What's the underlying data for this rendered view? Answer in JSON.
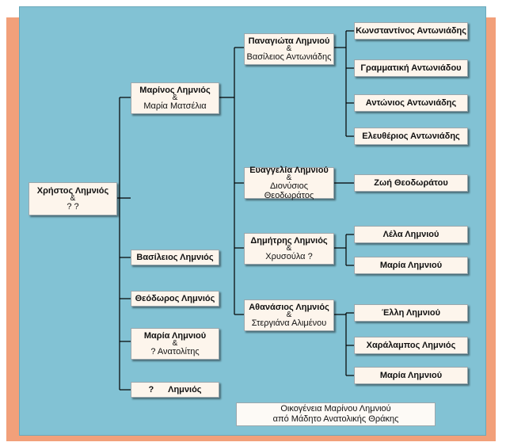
{
  "root": {
    "name": "Χρήστος Λημνιός",
    "amp": "&",
    "spouse": "?   ?"
  },
  "gen1": {
    "marinos": {
      "name": "Μαρίνος Λημνιός",
      "amp": "&",
      "spouse": "Μαρία Ματσέλια"
    },
    "vasileios": "Βασίλειος Λημνιός",
    "theodoros": "Θεόδωρος Λημνιός",
    "maria": {
      "name": "Μαρία Λημνιού",
      "amp": "&",
      "spouse": "?    Ανατολίτης"
    },
    "unknown": "?      Λημνιός"
  },
  "gen2": {
    "panagiota": {
      "name": "Παναγιώτα Λημνιού",
      "amp": "&",
      "spouse": "Βασίλειος Αντωνιάδης"
    },
    "evangelia": {
      "name": "Ευαγγελία Λημνιού",
      "amp": "&",
      "spouse": "Διονύσιος Θεοδωράτος"
    },
    "dimitris": {
      "name": "Δημήτρης Λημνιός",
      "amp": "&",
      "spouse": "Χρυσούλα  ?"
    },
    "athanasios": {
      "name": "Αθανάσιος Λημνιός",
      "amp": "&",
      "spouse": "Στεργιάνα Αλιμένου"
    }
  },
  "gen3": {
    "panagiota_children": [
      "Κωνσταντίνος Αντωνιάδης",
      "Γραμματική Αντωνιάδου",
      "Αντώνιος Αντωνιάδης",
      "Ελευθέριος Αντωνιάδης"
    ],
    "evangelia_children": [
      "Ζωή Θεοδωράτου"
    ],
    "dimitris_children": [
      "Λέλα Λημνιού",
      "Μαρία Λημνιού"
    ],
    "athanasios_children": [
      "Έλλη Λημνιού",
      "Χαράλαμπος Λημνιός",
      "Μαρία Λημνιού"
    ]
  },
  "caption": {
    "line1": "Οικογένεια Μαρίνου Λημνιού",
    "line2": "από Μάδητο Ανατολικής Θράκης"
  },
  "colors": {
    "frame_back": "#f2a07a",
    "frame_main": "#82c2d4",
    "box_fill": "#fdf5ec"
  }
}
